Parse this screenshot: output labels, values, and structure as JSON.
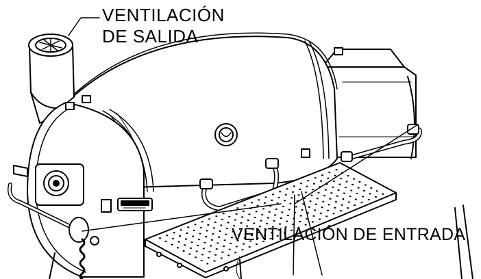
{
  "callouts": {
    "exhaust_vent": {
      "line1": "VENTILACIÓN",
      "line2": "DE SALIDA"
    },
    "intake_vent": {
      "label": "VENTILACIÓN DE ENTRADA"
    }
  },
  "colors": {
    "line": "#000000",
    "background": "#ffffff"
  }
}
